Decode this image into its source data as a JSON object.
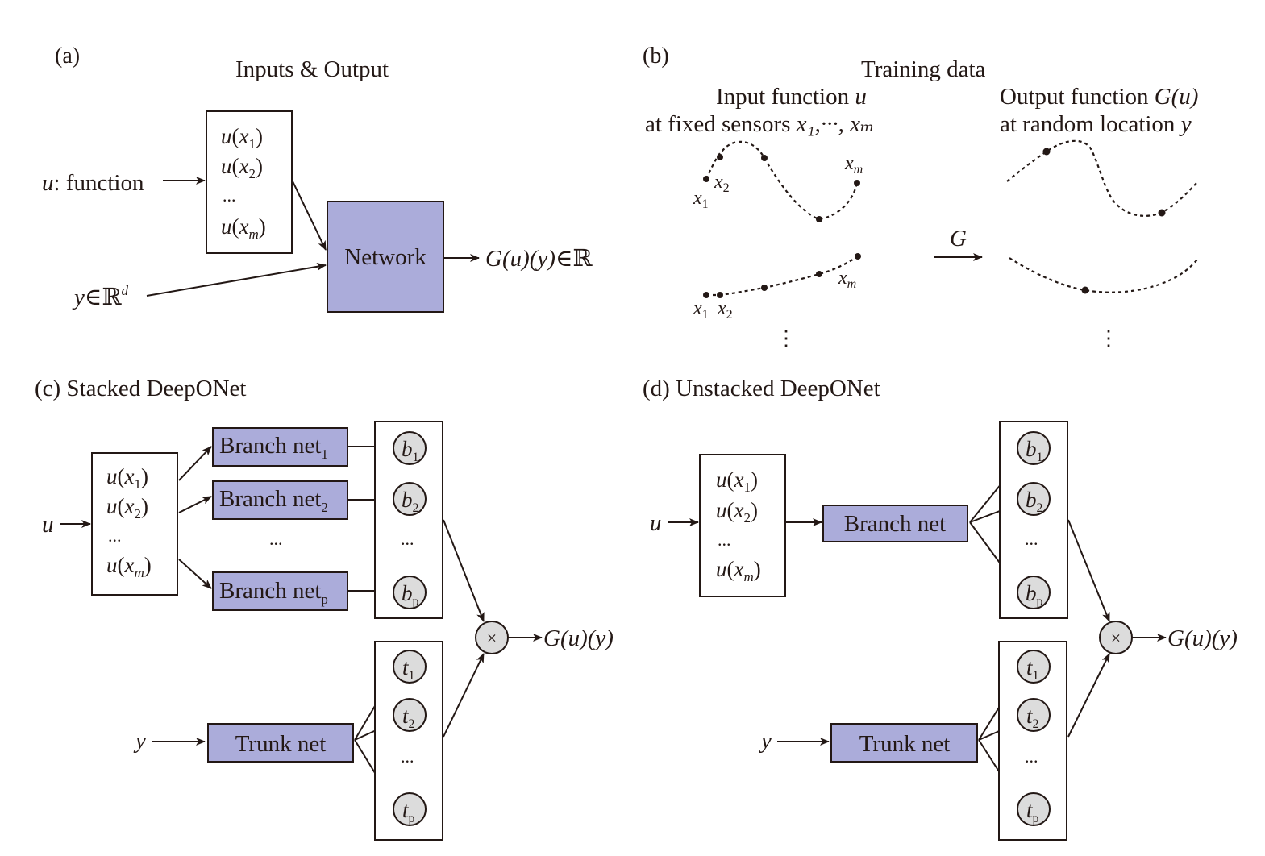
{
  "colors": {
    "network_fill": "#abacda",
    "node_fill": "#dcdcdc",
    "ink": "#231815"
  },
  "panel_a": {
    "label": "(a)",
    "title": "Inputs & Output",
    "input_u": {
      "var": "u",
      "text": ": function"
    },
    "sensors": [
      {
        "pre": "u(",
        "var": "x",
        "sub": "1",
        "post": ")"
      },
      {
        "pre": "u(",
        "var": "x",
        "sub": "2",
        "post": ")"
      },
      {
        "ellipsis": "..."
      },
      {
        "pre": "u(",
        "var": "x",
        "sub": "m",
        "post": ")"
      }
    ],
    "input_y": {
      "var": "y",
      "rel": "∈ℝ",
      "sup": "d"
    },
    "network_label": "Network",
    "output": {
      "text": "G(u)(y)",
      "rel": "∈ℝ"
    }
  },
  "panel_b": {
    "label": "(b)",
    "title": "Training data",
    "input_heading_line1": "Input function ",
    "input_heading_var": "u",
    "input_heading_line2": "at fixed sensors ",
    "input_heading_sensors": "x₁,···, xₘ",
    "output_heading_line1": "Output function ",
    "output_heading_var": "G(u)",
    "output_heading_line2": "at random location ",
    "output_heading_loc": "y",
    "operator_label": "G",
    "sensor_labels": {
      "x1": "x",
      "x1_sub": "1",
      "x2": "x",
      "x2_sub": "2",
      "xm": "x",
      "xm_sub": "m"
    },
    "vertical_ellipsis": "⋮"
  },
  "panel_c": {
    "label": "(c) Stacked DeepONet",
    "input_u": "u",
    "input_y": "y",
    "sensors": [
      {
        "pre": "u(",
        "var": "x",
        "sub": "1",
        "post": ")"
      },
      {
        "pre": "u(",
        "var": "x",
        "sub": "2",
        "post": ")"
      },
      {
        "ellipsis": "..."
      },
      {
        "pre": "u(",
        "var": "x",
        "sub": "m",
        "post": ")"
      }
    ],
    "branch_nets": [
      {
        "label": "Branch net",
        "sub": "1"
      },
      {
        "label": "Branch net",
        "sub": "2"
      },
      {
        "label": "Branch net",
        "sub": "p"
      }
    ],
    "branch_ellipsis": "...",
    "trunk_label": "Trunk net",
    "b_nodes": [
      {
        "var": "b",
        "sub": "1"
      },
      {
        "var": "b",
        "sub": "2"
      },
      {
        "var": "b",
        "sub": "p"
      }
    ],
    "t_nodes": [
      {
        "var": "t",
        "sub": "1"
      },
      {
        "var": "t",
        "sub": "2"
      },
      {
        "var": "t",
        "sub": "p"
      }
    ],
    "node_ellipsis": "...",
    "product_symbol": "×",
    "output": "G(u)(y)"
  },
  "panel_d": {
    "label": "(d) Unstacked DeepONet",
    "input_u": "u",
    "input_y": "y",
    "sensors": [
      {
        "pre": "u(",
        "var": "x",
        "sub": "1",
        "post": ")"
      },
      {
        "pre": "u(",
        "var": "x",
        "sub": "2",
        "post": ")"
      },
      {
        "ellipsis": "..."
      },
      {
        "pre": "u(",
        "var": "x",
        "sub": "m",
        "post": ")"
      }
    ],
    "branch_label": "Branch net",
    "trunk_label": "Trunk net",
    "b_nodes": [
      {
        "var": "b",
        "sub": "1"
      },
      {
        "var": "b",
        "sub": "2"
      },
      {
        "var": "b",
        "sub": "p"
      }
    ],
    "t_nodes": [
      {
        "var": "t",
        "sub": "1"
      },
      {
        "var": "t",
        "sub": "2"
      },
      {
        "var": "t",
        "sub": "p"
      }
    ],
    "node_ellipsis": "...",
    "product_symbol": "×",
    "output": "G(u)(y)"
  }
}
